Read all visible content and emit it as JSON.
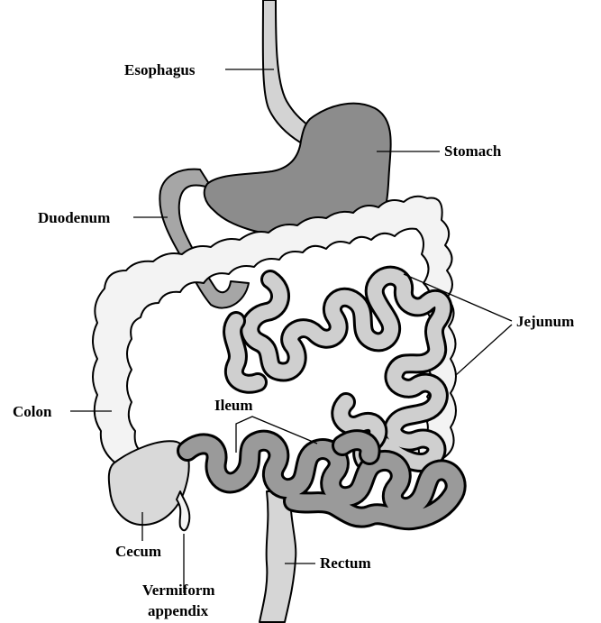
{
  "labels": {
    "esophagus": "Esophagus",
    "stomach": "Stomach",
    "duodenum": "Duodenum",
    "jejunum": "Jejunum",
    "colon": "Colon",
    "ileum": "Ileum",
    "cecum": "Cecum",
    "rectum": "Rectum",
    "appendix_line1": "Vermiform",
    "appendix_line2": "appendix"
  },
  "colors": {
    "background": "#ffffff",
    "outline": "#000000",
    "esophagus_fill": "#d3d3d3",
    "stomach_fill": "#8c8c8c",
    "duodenum_fill": "#a6a6a6",
    "colon_fill": "#f3f3f3",
    "cecum_fill": "#d9d9d9",
    "jejunum_fill": "#cfcfcf",
    "ileum_fill": "#9a9a9a",
    "rectum_fill": "#d6d6d6"
  }
}
